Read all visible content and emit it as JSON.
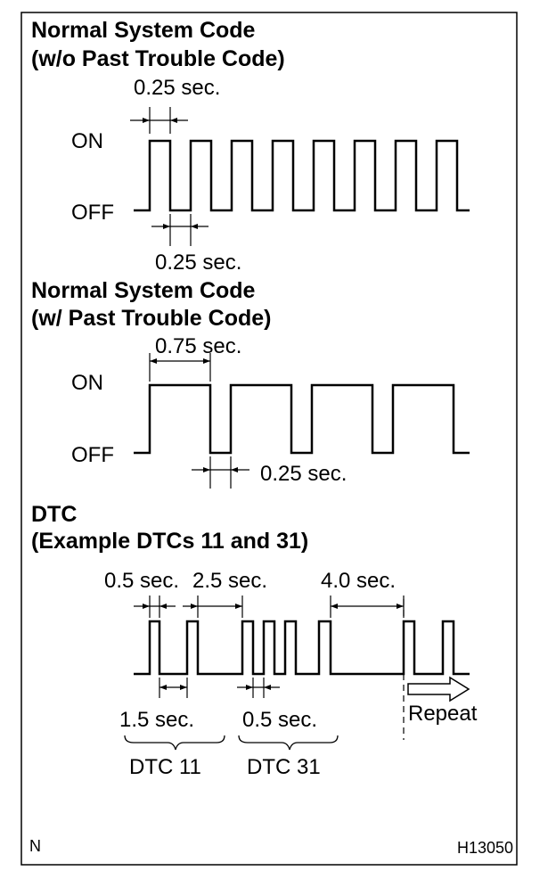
{
  "sections": [
    {
      "title_line1": "Normal System Code",
      "title_line2": "(w/o Past Trouble Code)",
      "on_label": "ON",
      "off_label": "OFF",
      "on_time": "0.25 sec.",
      "off_time": "0.25 sec."
    },
    {
      "title_line1": "Normal System Code",
      "title_line2": "(w/ Past Trouble Code)",
      "on_label": "ON",
      "off_label": "OFF",
      "on_time": "0.75 sec.",
      "off_time": "0.25 sec."
    },
    {
      "title_line1": "DTC",
      "title_line2": "(Example DTCs 11 and 31)",
      "pulse_time": "0.5 sec.",
      "gap_time": "2.5 sec.",
      "repeat_gap_time": "4.0 sec.",
      "digit_gap_time": "1.5 sec.",
      "inner_gap_time": "0.5 sec.",
      "code_a": "DTC 11",
      "code_b": "DTC 31",
      "repeat_label": "Repeat"
    }
  ],
  "footer": {
    "left_mark": "N",
    "figure_code": "H13050"
  }
}
